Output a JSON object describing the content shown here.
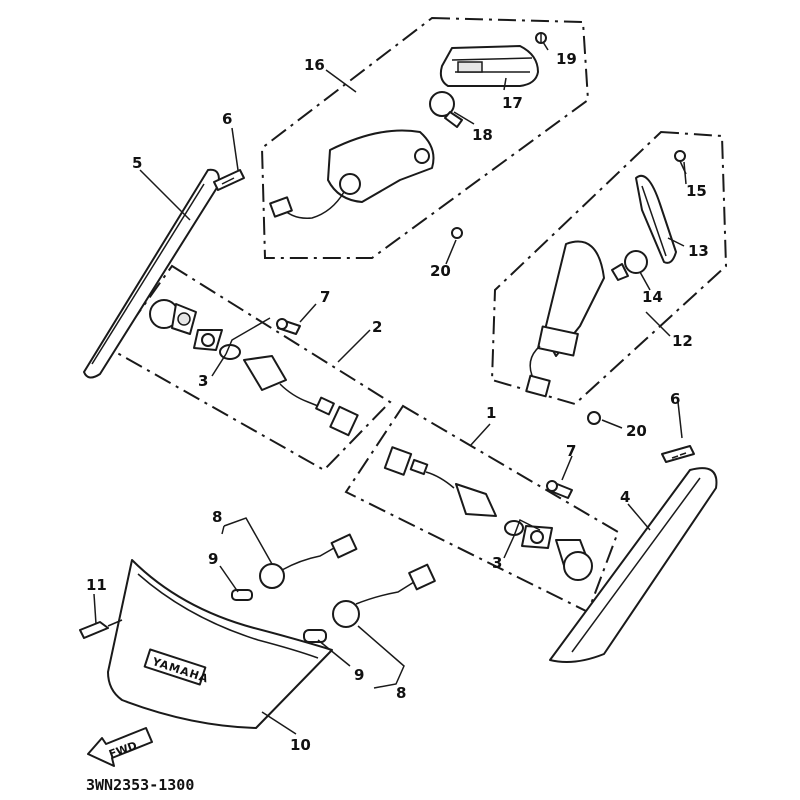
{
  "diagram": {
    "part_number": "3WN2353-1300",
    "brand_label": "YAMAHA",
    "direction_label": "FWD",
    "callouts": {
      "c1": "1",
      "c2": "2",
      "c3a": "3",
      "c3b": "3",
      "c4": "4",
      "c5": "5",
      "c6a": "6",
      "c6b": "6",
      "c7a": "7",
      "c7b": "7",
      "c8a": "8",
      "c8b": "8",
      "c9a": "9",
      "c9b": "9",
      "c10": "10",
      "c11": "11",
      "c12": "12",
      "c13": "13",
      "c14": "14",
      "c15": "15",
      "c16": "16",
      "c17": "17",
      "c18": "18",
      "c19": "19",
      "c20a": "20",
      "c20b": "20"
    }
  }
}
